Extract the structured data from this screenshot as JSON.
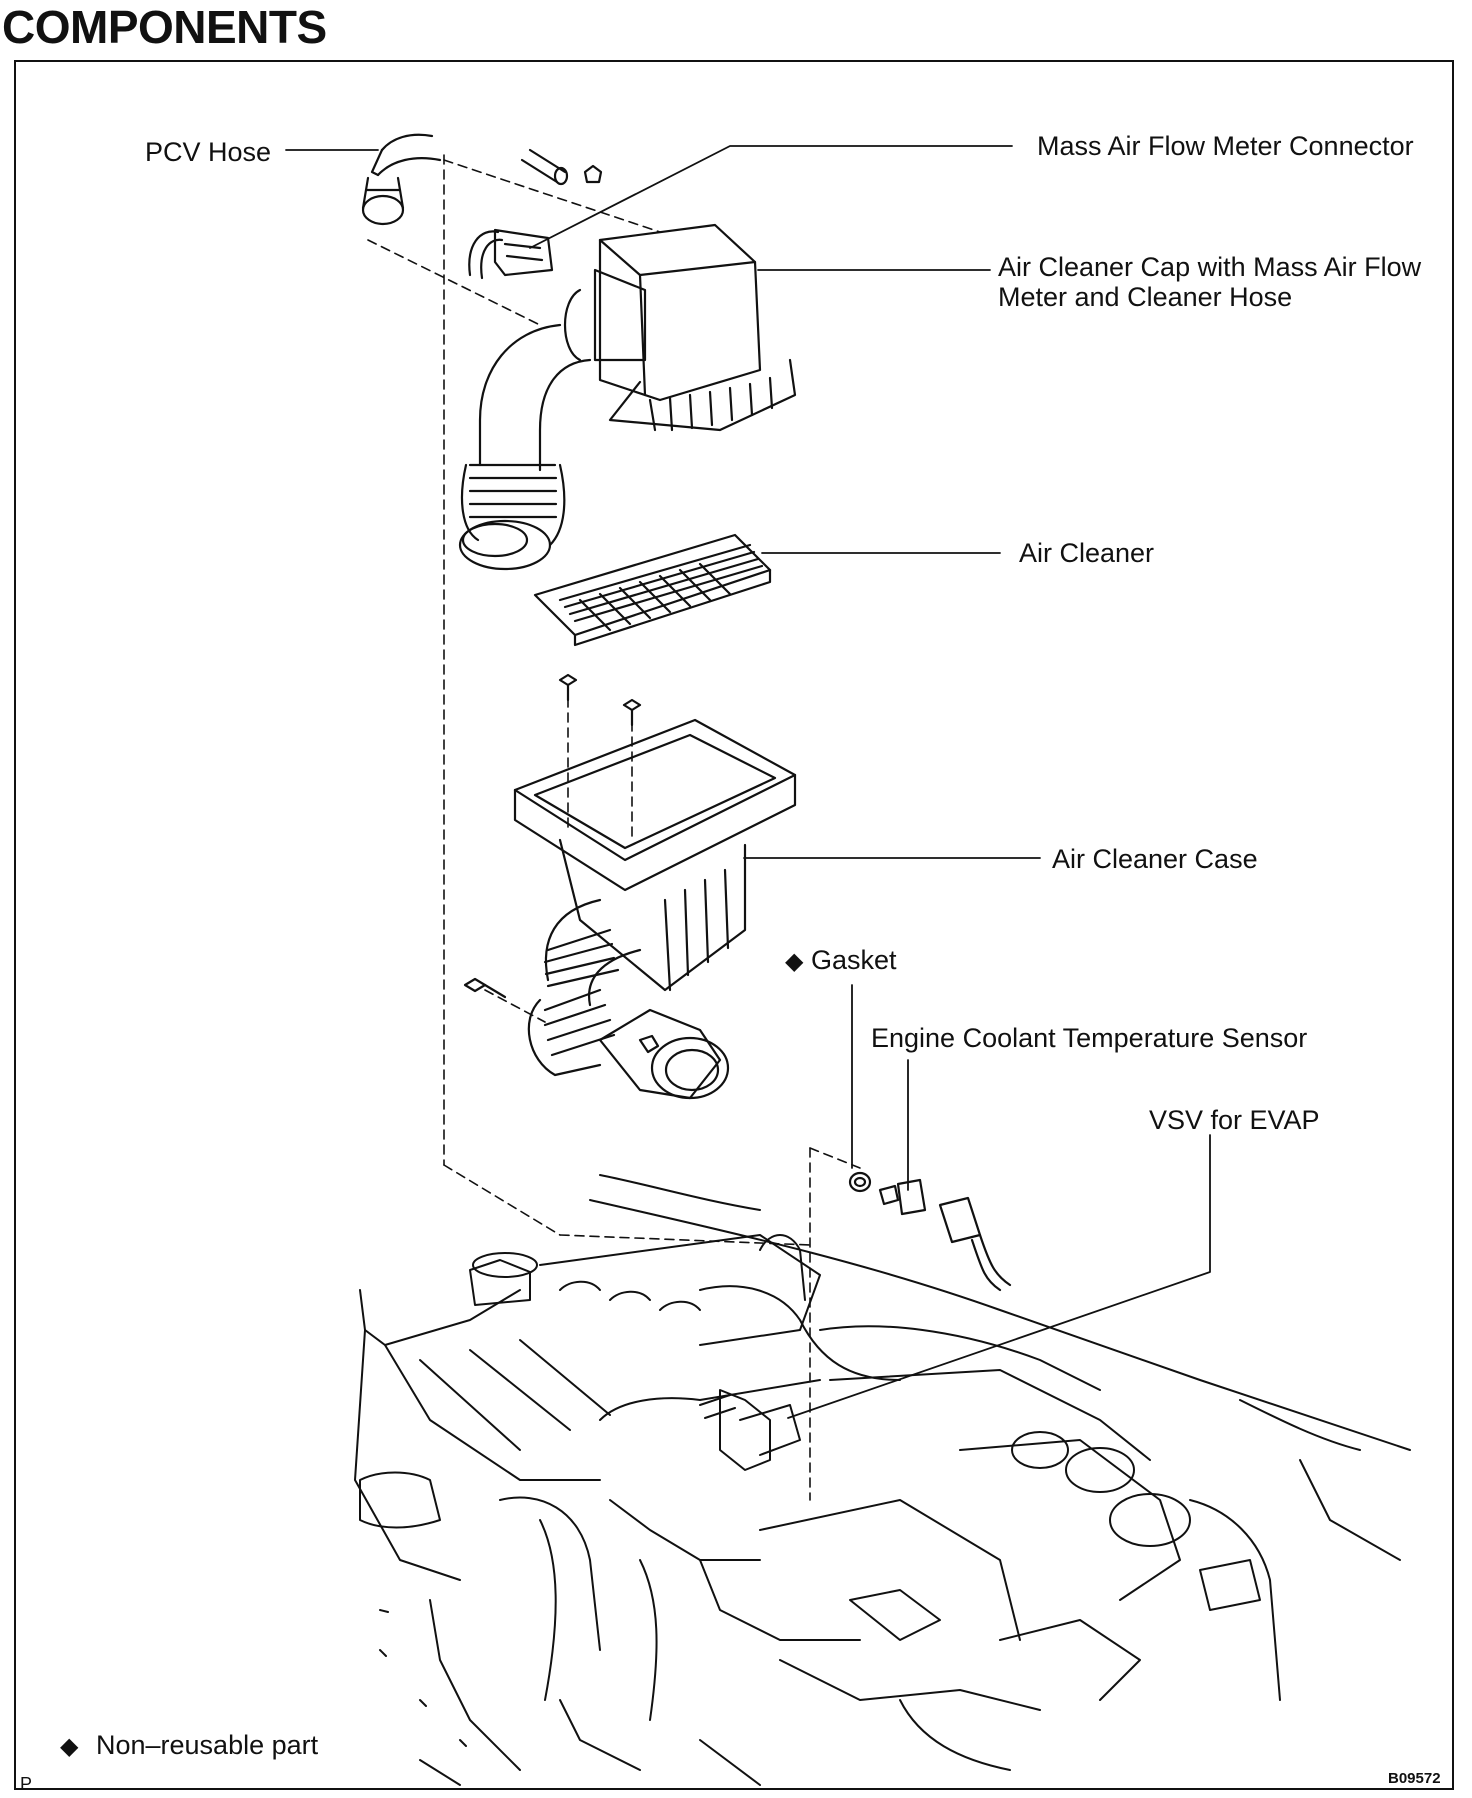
{
  "header": {
    "title": "COMPONENTS"
  },
  "callouts": {
    "pcv_hose": "PCV Hose",
    "maf_connector": "Mass Air Flow Meter Connector",
    "air_cleaner_cap": "Air Cleaner Cap with Mass Air Flow Meter and Cleaner Hose",
    "air_cleaner": "Air Cleaner",
    "air_cleaner_case": "Air Cleaner Case",
    "gasket": "Gasket",
    "ect_sensor": "Engine Coolant Temperature Sensor",
    "vsv_evap": "VSV for EVAP"
  },
  "legend": {
    "symbol": "◆",
    "non_reusable": "Non–reusable part"
  },
  "footer": {
    "page_letter": "P",
    "figure_code": "B09572"
  },
  "icons": {
    "non_reusable_marker": "diamond-icon"
  }
}
